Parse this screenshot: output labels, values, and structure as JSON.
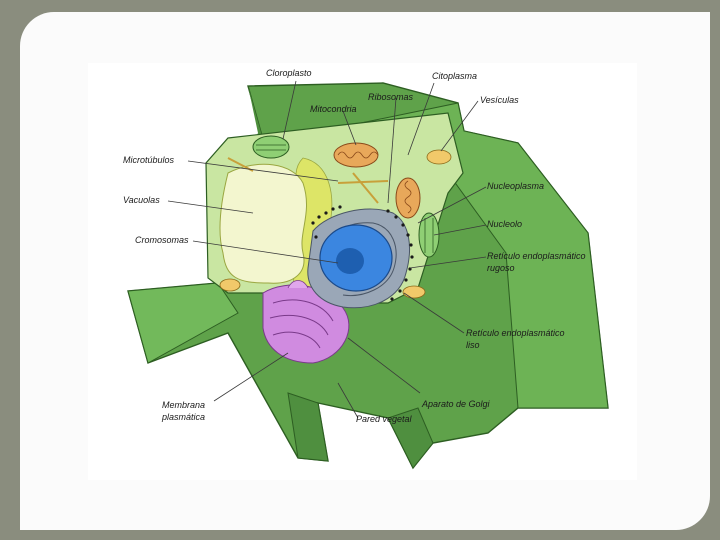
{
  "labels": {
    "cloroplasto": "Cloroplasto",
    "mitocondria": "Mitocondria",
    "ribosomas": "Ribosomas",
    "citoplasma": "Citoplasma",
    "vesiculas": "Vesículas",
    "microtubulos": "Microtúbulos",
    "vacuolas": "Vacuolas",
    "cromosomas": "Cromosomas",
    "nucleoplasma": "Nucleoplasma",
    "nucleolo": "Nucleolo",
    "reticulo_rugoso_line1": "Retículo endoplasmático",
    "reticulo_rugoso_line2": "rugoso",
    "reticulo_liso_line1": "Retículo endoplasmático",
    "reticulo_liso_line2": "liso",
    "membrana_line1": "Membrana",
    "membrana_line2": "plasmática",
    "aparato_golgi": "Aparato de Golgi",
    "pared_vegetal": "Pared vegetal"
  },
  "colors": {
    "cell_wall": "#5fa24a",
    "cytoplasm": "#c9e6a2",
    "vacuole": "#f3f6cf",
    "nucleus": "#3b86e0",
    "golgi": "#d08be0",
    "mitochondria": "#e8a85a",
    "chloroplast": "#8fcf74"
  }
}
